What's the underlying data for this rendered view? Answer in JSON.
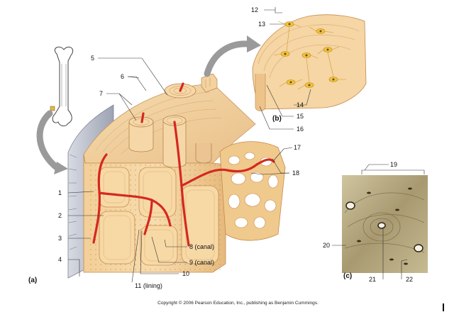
{
  "figure": {
    "panel_labels": {
      "a": "(a)",
      "b": "(b)",
      "c": "(c)"
    },
    "labels": {
      "l1": "1",
      "l2": "2",
      "l3": "3",
      "l4": "4",
      "l5": "5",
      "l6": "6",
      "l7": "7",
      "l8": "8 (canal)",
      "l9": "9 (canal)",
      "l10": "10",
      "l11": "11 (lining)",
      "l12": "12",
      "l13": "13",
      "l14": "14",
      "l15": "15",
      "l16": "16",
      "l17": "17",
      "l18": "18",
      "l19": "19",
      "l20": "20",
      "l21": "21",
      "l22": "22"
    },
    "copyright": "Copyright © 2006 Pearson Education, Inc., publishing as Benjamin Cummings."
  }
}
